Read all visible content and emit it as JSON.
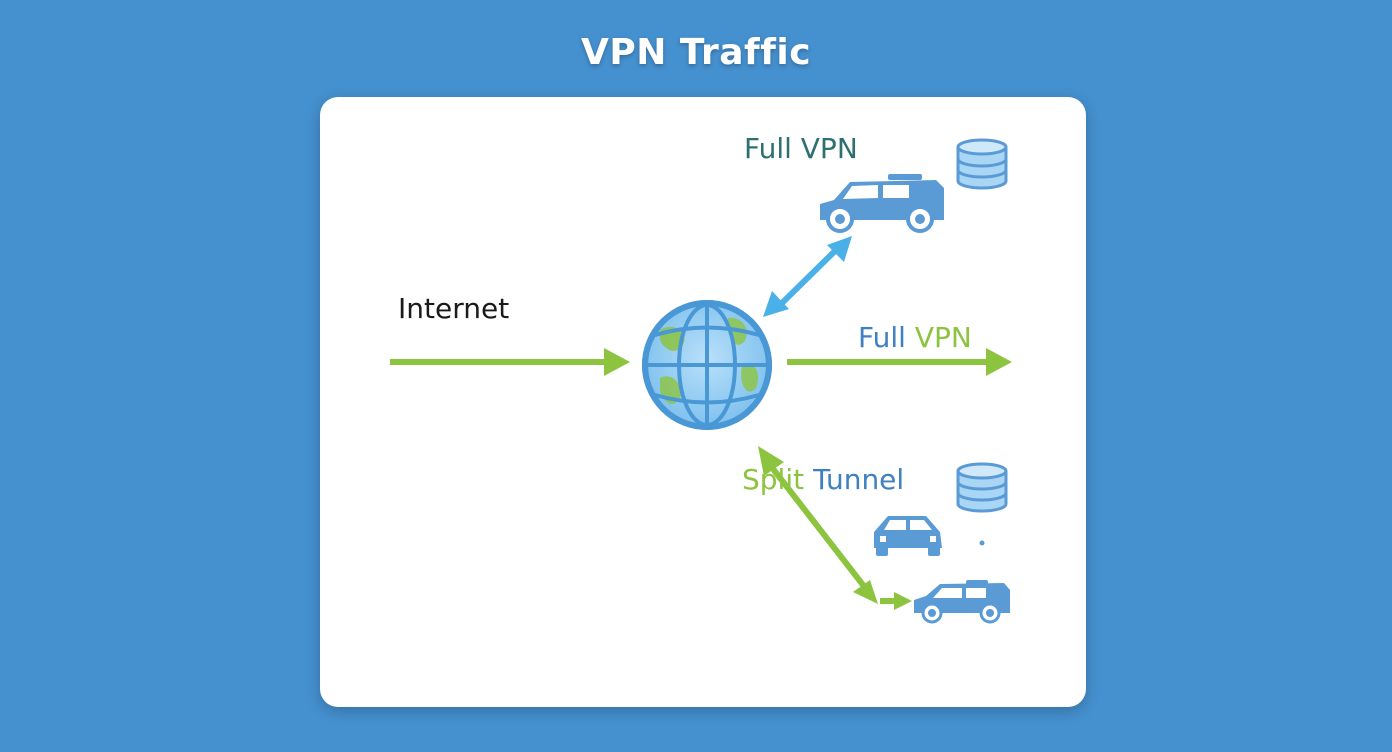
{
  "title": "VPN Traffic",
  "labels": {
    "internet": "Internet",
    "full_vpn_top": "Full VPN",
    "full_vpn_middle_word1": "Full",
    "full_vpn_middle_word2": "VPN",
    "split_tunnel_part1": "Split",
    "split_tunnel_part2": "Tunnel"
  },
  "colors": {
    "background": "#4590cf",
    "card": "#ffffff",
    "green": "#8cc43f",
    "blue_arrow": "#4ab0e8",
    "icon_blue": "#5b9bd5",
    "teal_text": "#2e7070",
    "middle_label_blue": "#3f80c0"
  },
  "icons": [
    "globe-icon",
    "database-icon",
    "van-icon",
    "car-icon"
  ]
}
